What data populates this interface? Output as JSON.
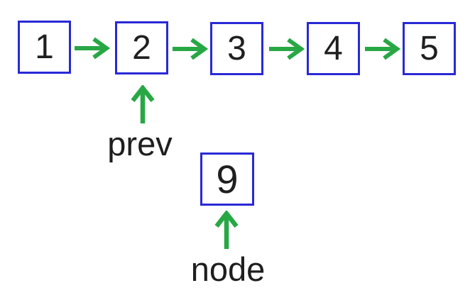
{
  "diagram": {
    "kind": "singly-linked-list",
    "list": {
      "nodes": [
        {
          "value": "1"
        },
        {
          "value": "2"
        },
        {
          "value": "3"
        },
        {
          "value": "4"
        },
        {
          "value": "5"
        }
      ]
    },
    "new_node": {
      "value": "9"
    },
    "pointers": {
      "prev_label": "prev",
      "prev_target_value": "2",
      "node_label": "node",
      "node_target_value": "9"
    },
    "colors": {
      "box_border_blue": "#2929d6",
      "arrow_green": "#28a745",
      "text": "#1f1f1f",
      "background": "#ffffff"
    }
  }
}
